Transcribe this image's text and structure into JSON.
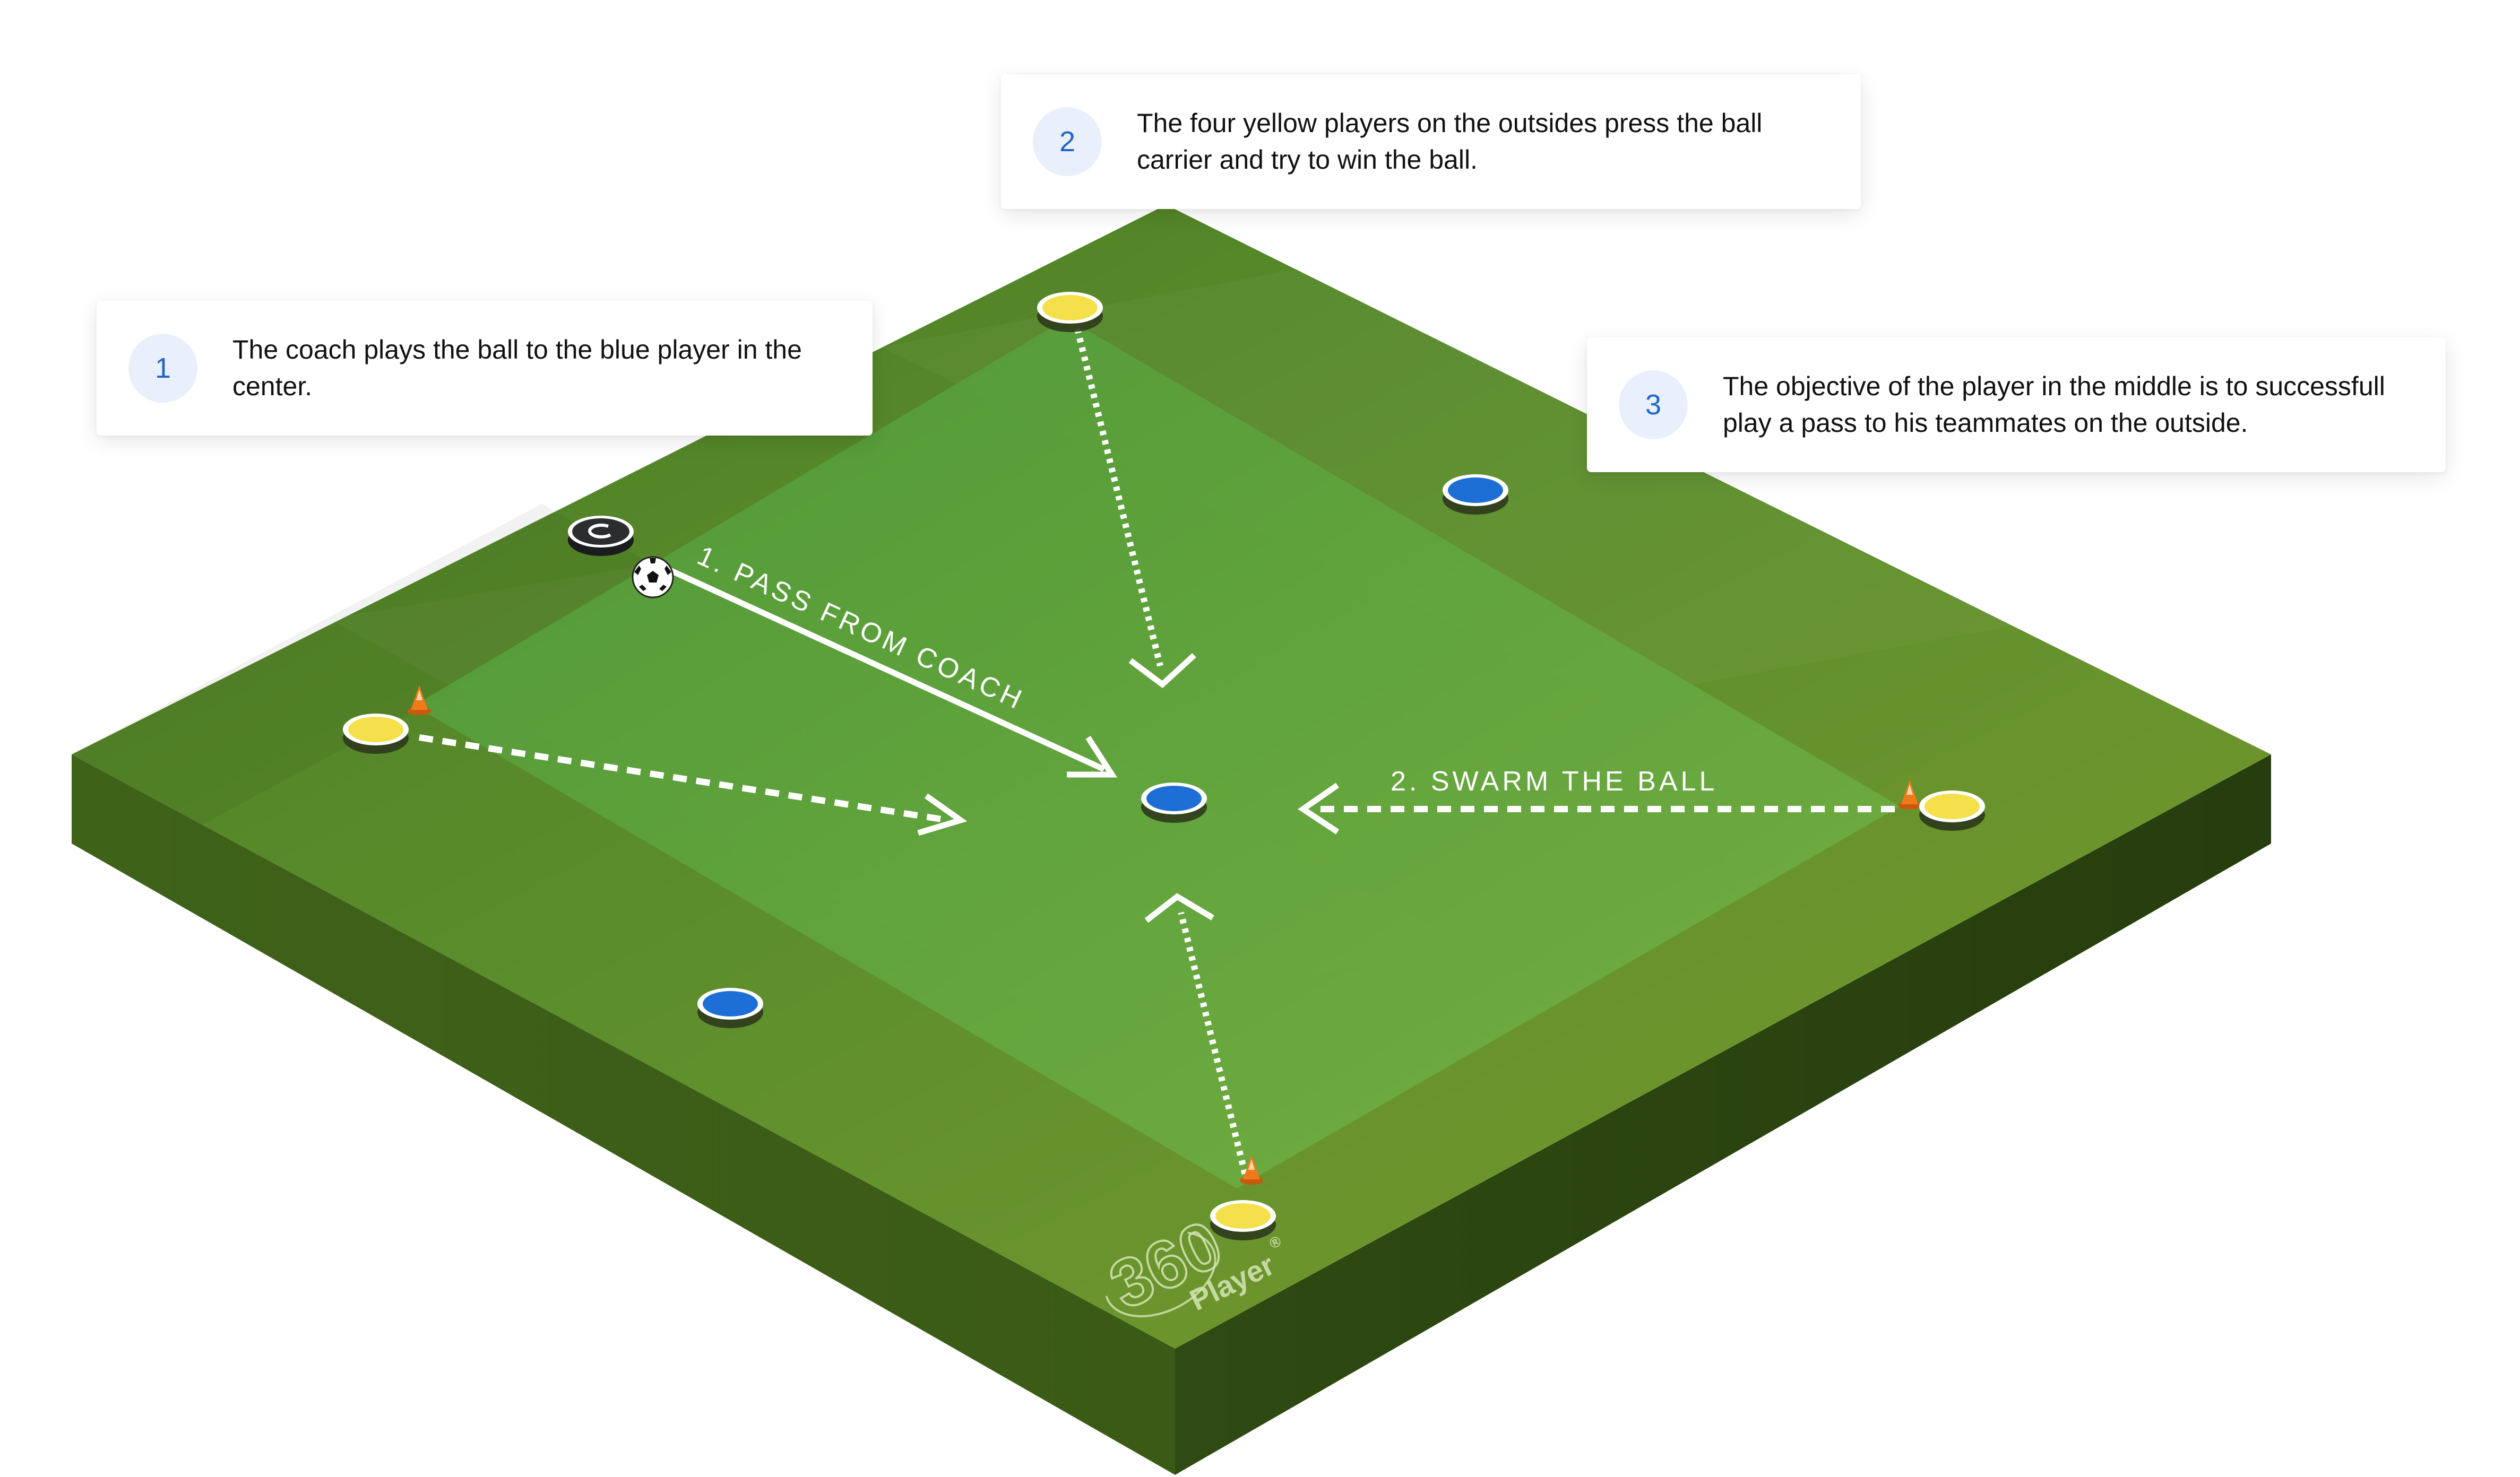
{
  "steps": [
    {
      "number": "1",
      "text": "The coach plays the ball to the blue player in the center."
    },
    {
      "number": "2",
      "text": "The four yellow players on the outsides press the ball carrier and try to win the ball."
    },
    {
      "number": "3",
      "text": "The objective of the player in the middle is to successfull play a pass to his teammates on the outside."
    }
  ],
  "field": {
    "pass_label": "1. PASS FROM COACH",
    "swarm_label": "2. SWARM THE BALL"
  },
  "logo": {
    "number": "360",
    "word": "Player",
    "mark": "®"
  },
  "colors": {
    "grass_dark": "#4f7a22",
    "grass_light": "#6aa83a",
    "side_left": "#3d5e1a",
    "side_right": "#2c4411",
    "yellow_player": "#f3e04a",
    "blue_player": "#1d6fd6",
    "coach": "#2b2d2f",
    "cone": "#f07a1a",
    "badge_bg": "#e9f0fb",
    "badge_text": "#1e66c8"
  }
}
